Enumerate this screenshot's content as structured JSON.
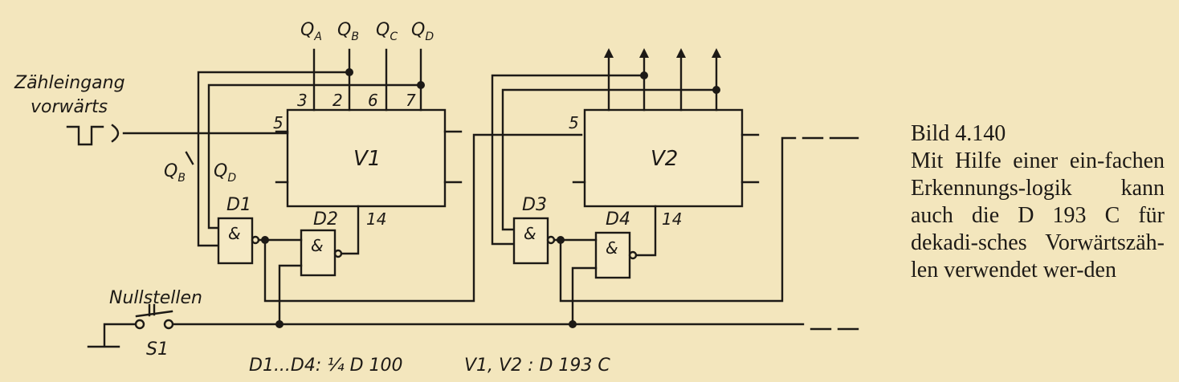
{
  "diagram": {
    "signals": [
      "Q",
      "A",
      "B",
      "C",
      "D"
    ],
    "input_label_line1": "Zähleingang",
    "input_label_line2": "vorwärts",
    "feedback_labels": [
      "Q",
      "B",
      "Q",
      "D"
    ],
    "counter1": {
      "name": "V1",
      "pins": [
        "5",
        "3",
        "2",
        "6",
        "7",
        "14"
      ]
    },
    "counter2": {
      "name": "V2",
      "pins": [
        "5",
        "14"
      ]
    },
    "gates": [
      {
        "name": "D1",
        "symbol": "&"
      },
      {
        "name": "D2",
        "symbol": "&"
      },
      {
        "name": "D3",
        "symbol": "&"
      },
      {
        "name": "D4",
        "symbol": "&"
      }
    ],
    "reset_label": "Nullstellen",
    "switch_label": "S1",
    "parts_note_gates": "D1...D4: ¼ D 100",
    "parts_note_counters": "V1, V2 : D 193 C"
  },
  "caption": {
    "number": "Bild 4.140",
    "text": "Mit Hilfe einer ein-fachen Erkennungs-logik kann auch die D 193 C für dekadi-sches Vorwärtszäh-len verwendet wer-den"
  }
}
